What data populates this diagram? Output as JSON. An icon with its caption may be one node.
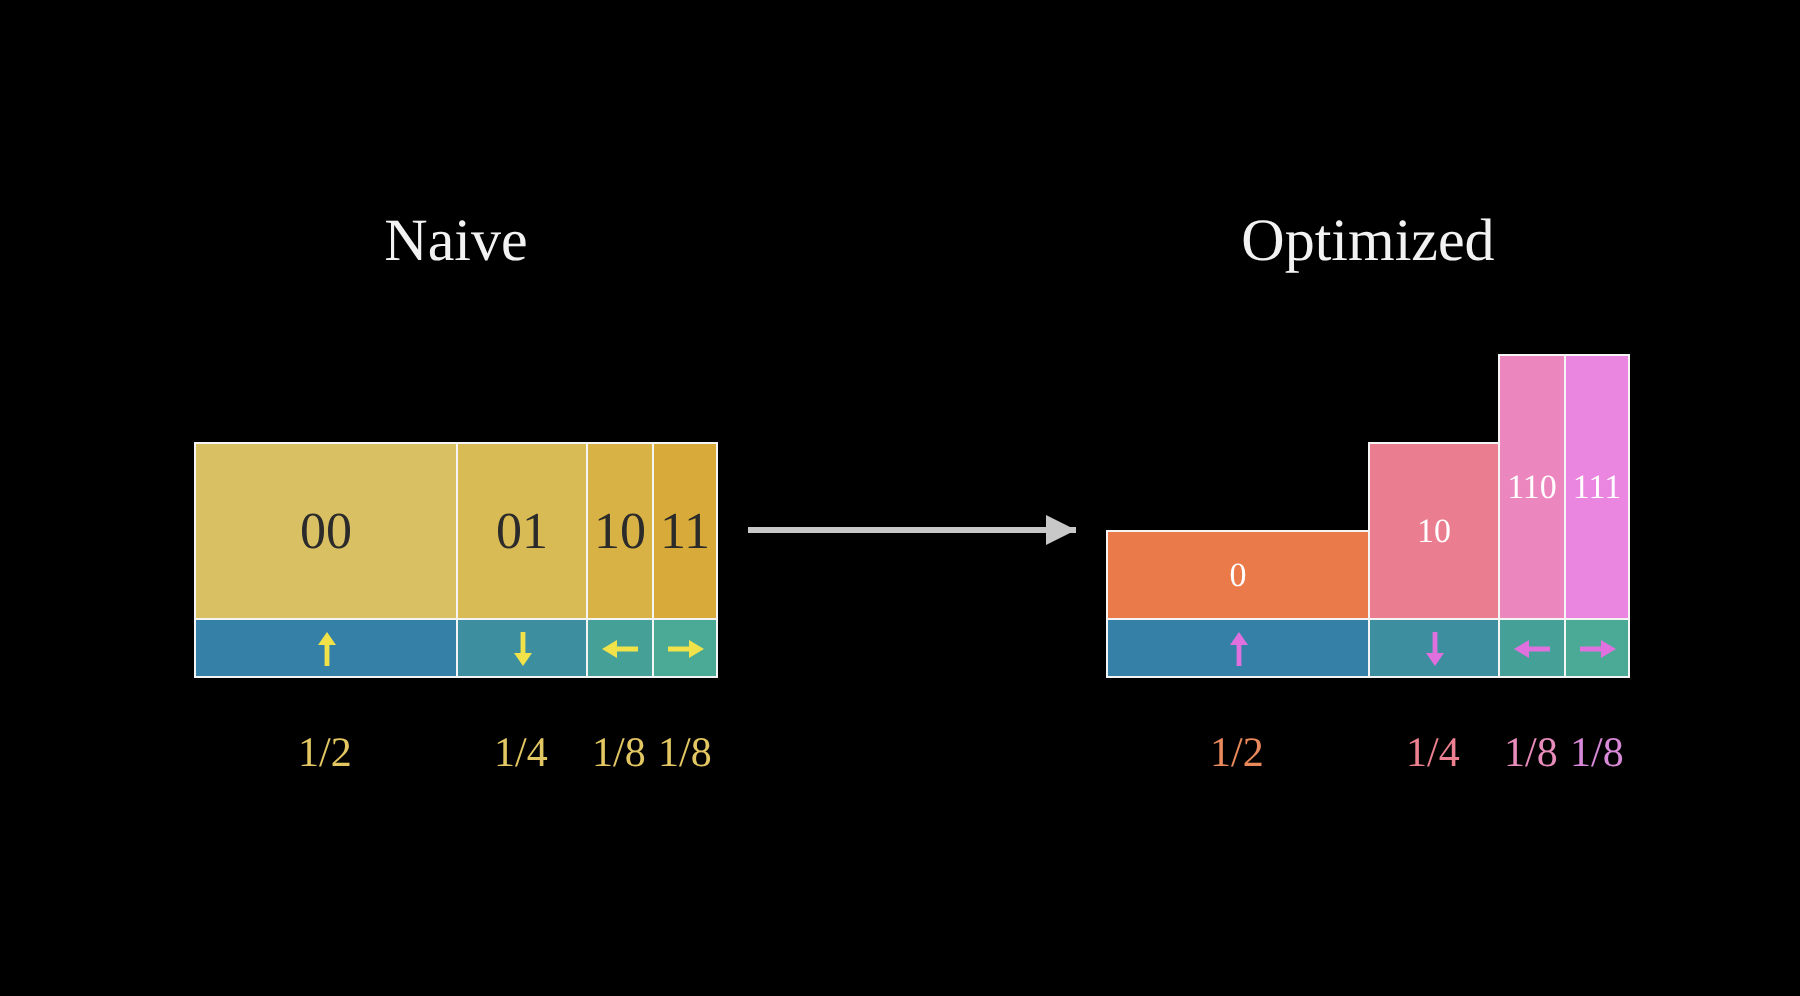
{
  "diagram": {
    "nodes": [
      {
        "text": [
          "Naive"
        ]
      },
      {
        "text": [
          "00"
        ],
        "in": 0
      },
      {
        "text": [
          "01"
        ],
        "in": 0
      },
      {
        "text": [
          "10"
        ],
        "in": 0
      },
      {
        "text": [
          "11"
        ],
        "in": 0
      },
      {
        "text": [],
        "shape": "box",
        "in": 0
      },
      {
        "text": [],
        "shape": "box",
        "in": 0
      },
      {
        "text": [],
        "shape": "box",
        "in": 0
      },
      {
        "text": [],
        "shape": "box",
        "in": 0
      },
      {
        "text": [
          "Optimized"
        ]
      },
      {
        "text": [
          "0"
        ],
        "in": 9
      },
      {
        "text": [
          "10"
        ],
        "in": 9
      },
      {
        "text": [
          "110"
        ],
        "in": 9
      },
      {
        "text": [
          "111"
        ],
        "in": 9
      },
      {
        "text": [],
        "shape": "box",
        "in": 9
      },
      {
        "text": [],
        "shape": "box",
        "in": 9
      },
      {
        "text": [],
        "shape": "box",
        "in": 9
      },
      {
        "text": [],
        "shape": "box",
        "in": 9
      }
    ],
    "edges": [
      {
        "from": 0,
        "to": 9,
        "arrow": "to"
      }
    ],
    "labels": [
      "1/2",
      "1/4",
      "1/8",
      "1/8",
      "1/2",
      "1/4",
      "1/8",
      "1/8"
    ]
  }
}
